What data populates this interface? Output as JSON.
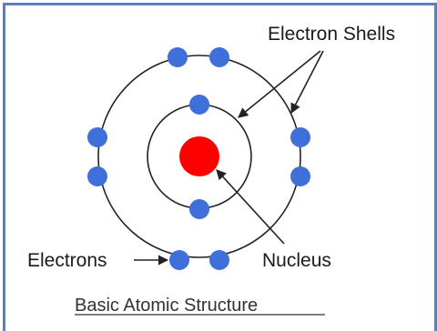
{
  "diagram": {
    "labels": {
      "electron_shells": "Electron Shells",
      "electrons": "Electrons",
      "nucleus": "Nucleus",
      "caption": "Basic Atomic Structure"
    },
    "colors": {
      "electron": "#3f6fd8",
      "nucleus": "#ff0000",
      "line": "#222222",
      "frame": "#5b7fc0"
    },
    "counts": {
      "inner_shell_electrons": 2,
      "outer_shell_electrons": 8
    }
  }
}
